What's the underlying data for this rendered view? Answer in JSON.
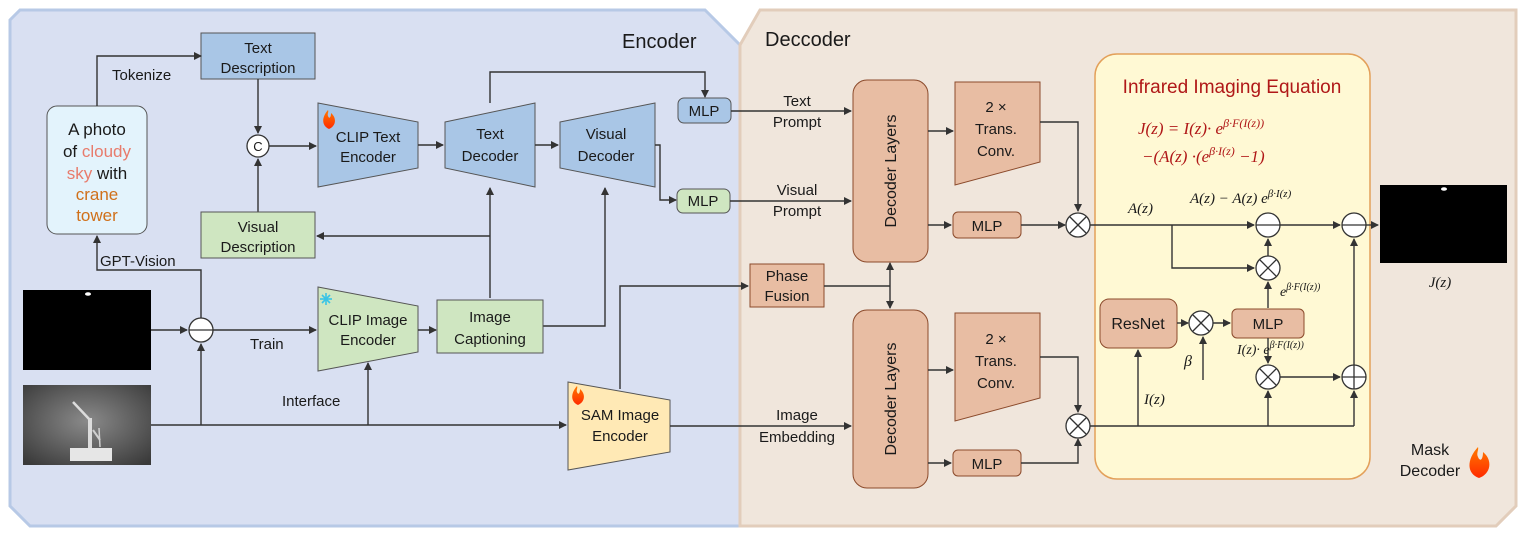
{
  "encoder_title": "Encoder",
  "decoder_title": "Deccoder",
  "text_description": [
    "Text",
    "Description"
  ],
  "tokenize": "Tokenize",
  "photo_caption": {
    "l1": "A photo",
    "l2a": "of ",
    "l2b": "cloudy",
    "l3a": "sky",
    "l3b": " with",
    "l4": "crane",
    "l5": "tower"
  },
  "gpt_vision": "GPT-Vision",
  "concat_symbol": "C",
  "clip_text_encoder": [
    "CLIP  Text",
    "Encoder"
  ],
  "text_decoder": [
    "Text",
    "Decoder"
  ],
  "visual_decoder": [
    "Visual",
    "Decoder"
  ],
  "mlp": "MLP",
  "text_prompt": [
    "Text",
    "Prompt"
  ],
  "visual_prompt": [
    "Visual",
    "Prompt"
  ],
  "visual_description": [
    "Visual",
    "Description"
  ],
  "train": "Train",
  "interface": "Interface",
  "clip_image_encoder": [
    "CLIP Image",
    "Encoder"
  ],
  "image_captioning": [
    "Image",
    "Captioning"
  ],
  "phase_fusion": [
    "Phase",
    "Fusion"
  ],
  "sam_image_encoder": [
    "SAM Image",
    "Encoder"
  ],
  "image_embedding": [
    "Image",
    "Embedding"
  ],
  "decoder_layers": "Decoder Layers",
  "trans_conv": [
    "2 ×",
    "Trans.",
    "Conv."
  ],
  "infrared_title": "Infrared Imaging Equation",
  "equation_l1": "J(z) = I(z)· e",
  "equation_l1_sup": "β·F(I(z))",
  "equation_l2": "−(A(z) ·(e",
  "equation_l2_sup": "β·I(z)",
  "equation_l2_end": " −1)",
  "a_z": "A(z)",
  "a_minus": "A(z) − A(z) e",
  "a_minus_sup": "β·I(z)",
  "e_beta_f": "e",
  "e_beta_f_sup": "β·F(I(z))",
  "i_e_beta_f": "I(z)· e",
  "i_e_beta_f_sup": "β·F(I(z))",
  "resnet": "ResNet",
  "beta": "β",
  "i_z": "I(z)",
  "j_z": "J(z)",
  "mask_decoder": [
    "Mask",
    "Decoder"
  ],
  "colors": {
    "encoder_bg": "#d9e0f2",
    "decoder_bg": "#f0e6dc",
    "blue_box": "#a9c6e6",
    "green_box": "#cfe6c1",
    "orange_box": "#e8bda3",
    "yellow_box": "#fff9d4",
    "sam_box": "#ffe9b5",
    "title_red": "#b01818"
  }
}
